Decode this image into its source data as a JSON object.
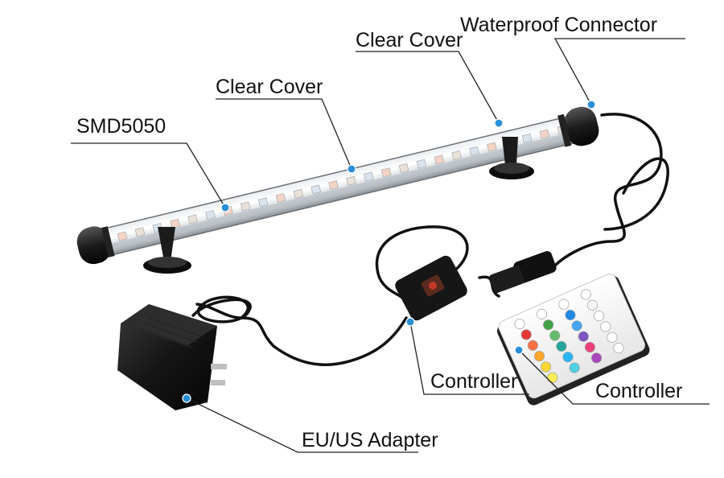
{
  "labels": {
    "waterproof_connector": "Waterproof Connector",
    "clear_cover_top": "Clear Cover",
    "clear_cover_mid": "Clear Cover",
    "smd": "SMD5050",
    "controller_inline": "Controller",
    "controller_remote": "Controller",
    "adapter": "EU/US Adapter"
  },
  "colors": {
    "background": "#ffffff",
    "leader_line": "#222222",
    "marker_dot": "#2a8fd8",
    "housing": "#1a1a1a",
    "cable": "#111111"
  },
  "remote": {
    "button_colors": [
      "#ffffff",
      "#ffffff",
      "#ffffff",
      "#ffffff",
      "#e53935",
      "#43a047",
      "#1e88e5",
      "#f5f5f5",
      "#ff7043",
      "#66bb6a",
      "#42a5f5",
      "#ffffff",
      "#ffa726",
      "#26a69a",
      "#7e57c2",
      "#ffffff",
      "#fdd835",
      "#29b6f6",
      "#ec407a",
      "#ffffff",
      "#ffee58",
      "#4dd0e1",
      "#ab47bc",
      "#ffffff"
    ]
  }
}
